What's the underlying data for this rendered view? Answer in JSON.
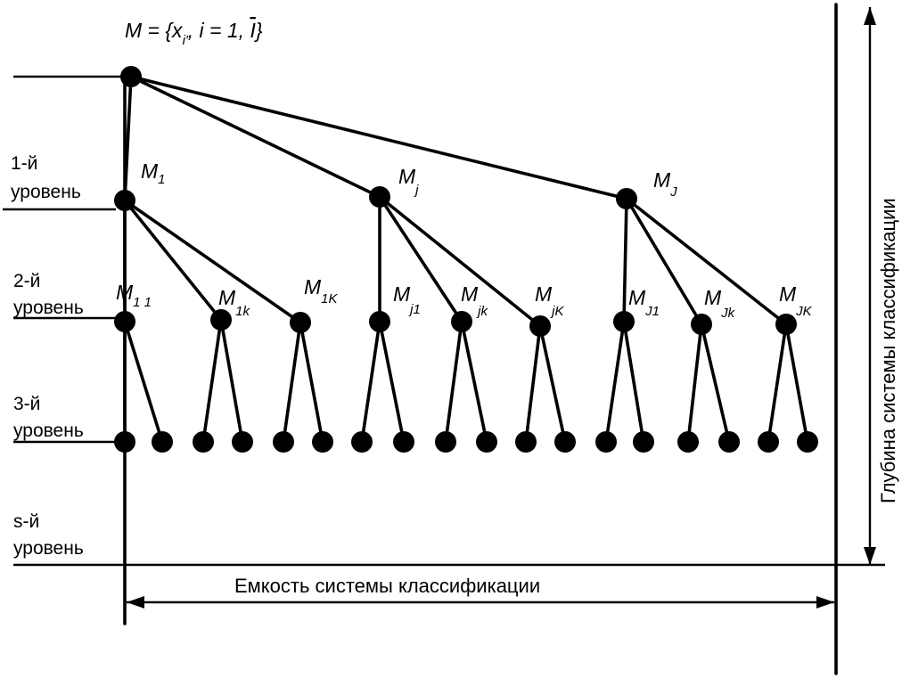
{
  "root_label": {
    "main": "M = {x",
    "sub": "i'",
    "rest": ", i = 1, ",
    "bar": "I",
    "close": "}"
  },
  "levels": {
    "l1_line1": "1-й",
    "l1_line2": "уровень",
    "l2_line1": "2-й",
    "l2_line2": "уровень",
    "l3_line1": "3-й",
    "l3_line2": "уровень",
    "ls_line1": "s-й",
    "ls_line2": "уровень"
  },
  "level1": [
    {
      "m": "M",
      "s": "1"
    },
    {
      "m": "M",
      "s": "j"
    },
    {
      "m": "M",
      "s": "J"
    }
  ],
  "level2": [
    {
      "m": "M",
      "s": "1 1"
    },
    {
      "m": "M",
      "s": "1k"
    },
    {
      "m": "M",
      "s": "1K"
    },
    {
      "m": "M",
      "s": "j1"
    },
    {
      "m": "M",
      "s": "jk"
    },
    {
      "m": "M",
      "s": "jK"
    },
    {
      "m": "M",
      "s": "J1"
    },
    {
      "m": "M",
      "s": "Jk"
    },
    {
      "m": "M",
      "s": "JK"
    }
  ],
  "axes": {
    "capacity": "Емкость системы классификации",
    "depth": "Глубина системы классификации"
  }
}
